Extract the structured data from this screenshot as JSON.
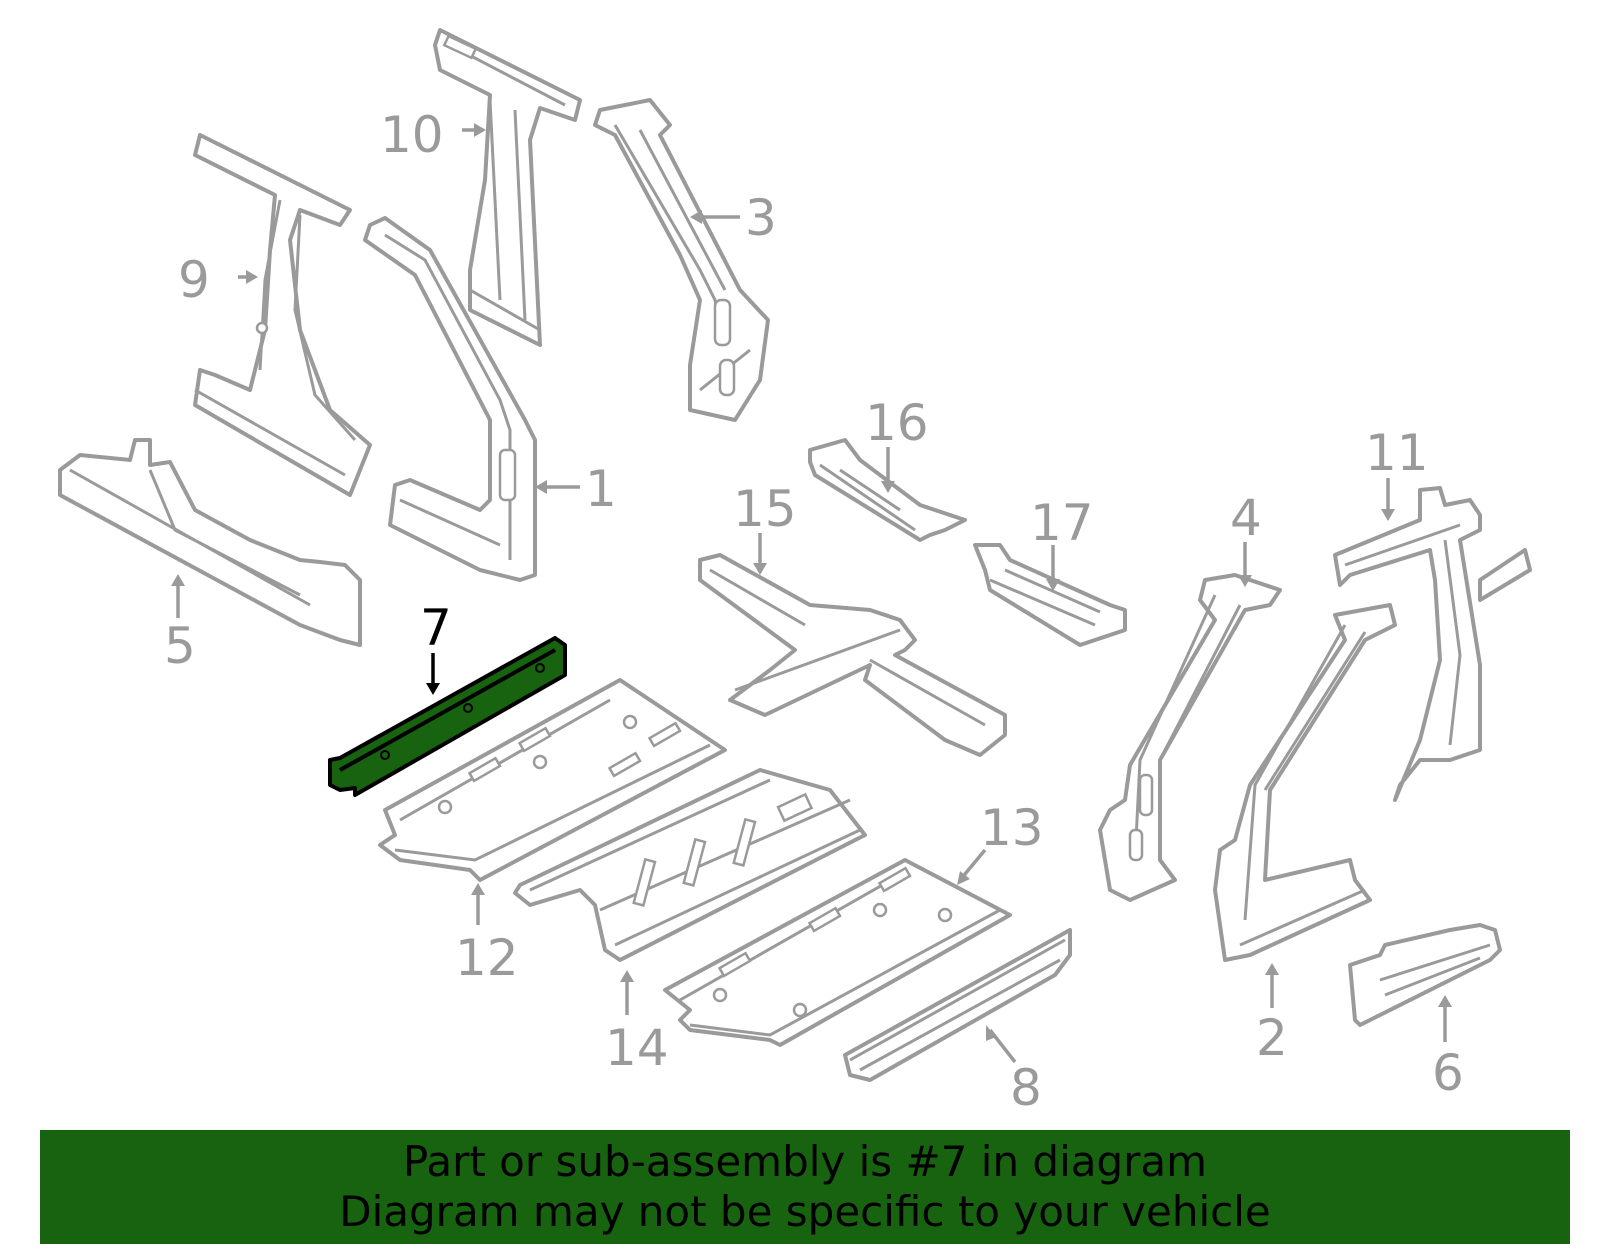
{
  "highlight": {
    "part_number": "7",
    "color": "#176310",
    "outline_color": "#000000"
  },
  "callouts": [
    {
      "id": "1",
      "label": "1"
    },
    {
      "id": "2",
      "label": "2"
    },
    {
      "id": "3",
      "label": "3"
    },
    {
      "id": "4",
      "label": "4"
    },
    {
      "id": "5",
      "label": "5"
    },
    {
      "id": "6",
      "label": "6"
    },
    {
      "id": "7",
      "label": "7"
    },
    {
      "id": "8",
      "label": "8"
    },
    {
      "id": "9",
      "label": "9"
    },
    {
      "id": "10",
      "label": "10"
    },
    {
      "id": "11",
      "label": "11"
    },
    {
      "id": "12",
      "label": "12"
    },
    {
      "id": "13",
      "label": "13"
    },
    {
      "id": "14",
      "label": "14"
    },
    {
      "id": "15",
      "label": "15"
    },
    {
      "id": "16",
      "label": "16"
    },
    {
      "id": "17",
      "label": "17"
    }
  ],
  "banner": {
    "line1": "Part or sub-assembly is #7 in diagram",
    "line2": "Diagram may not be specific to your vehicle",
    "background_color": "#176310",
    "text_color": "#000000"
  },
  "style": {
    "part_stroke_color": "#9a9a9a",
    "background_color": "#ffffff"
  }
}
